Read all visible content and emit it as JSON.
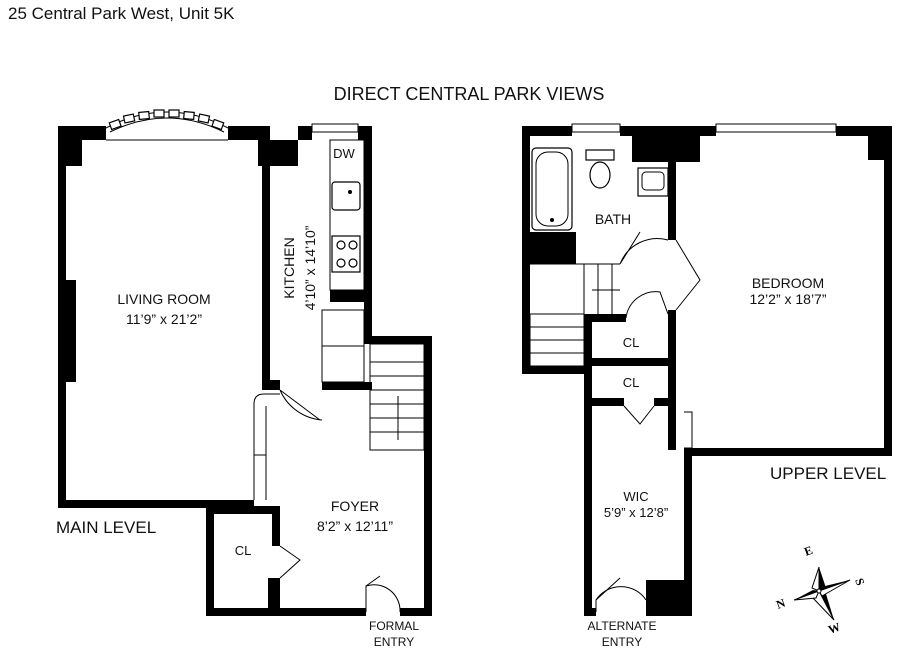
{
  "header": {
    "address": "25 Central Park West, Unit 5K",
    "views_caption": "DIRECT CENTRAL PARK VIEWS"
  },
  "main_level": {
    "label": "MAIN LEVEL",
    "living_room": {
      "name": "LIVING ROOM",
      "dims": "11’9” x 21’2”"
    },
    "kitchen": {
      "name": "KITCHEN",
      "dims": "4’10” x 14’10”"
    },
    "dishwasher": "DW",
    "foyer": {
      "name": "FOYER",
      "dims": "8’2” x 12’11”"
    },
    "closet": "CL",
    "entry": {
      "line1": "FORMAL",
      "line2": "ENTRY"
    }
  },
  "upper_level": {
    "label": "UPPER LEVEL",
    "bath": "BATH",
    "bedroom": {
      "name": "BEDROOM",
      "dims": "12’2” x 18’7”"
    },
    "closet_1": "CL",
    "closet_2": "CL",
    "wic": {
      "name": "WIC",
      "dims": "5’9” x 12’8”"
    },
    "entry": {
      "line1": "ALTERNATE",
      "line2": "ENTRY"
    }
  },
  "compass": {
    "n": "N",
    "e": "E",
    "s": "S",
    "w": "W"
  }
}
